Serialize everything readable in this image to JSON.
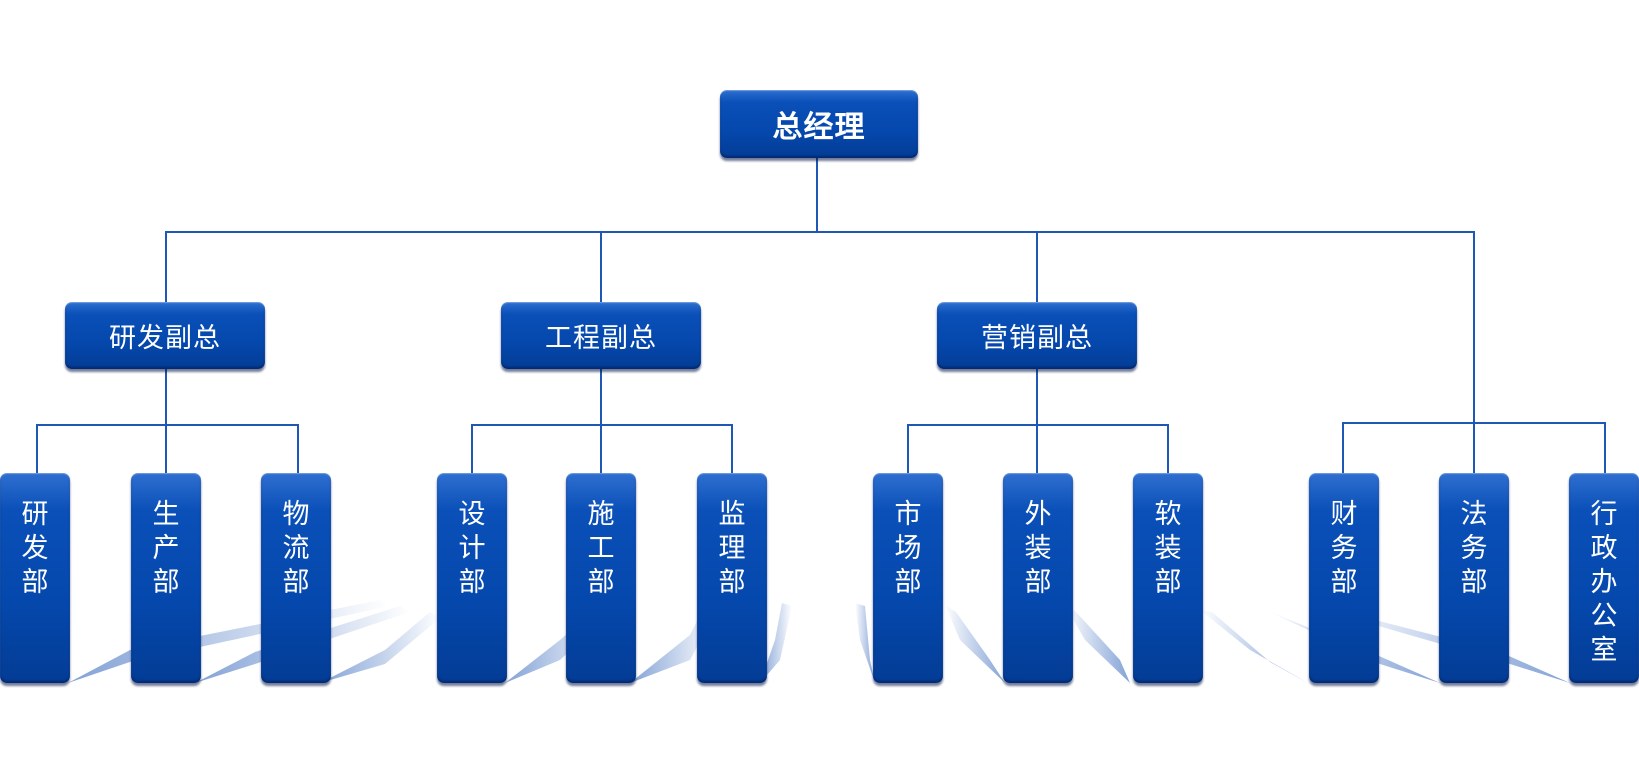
{
  "root": {
    "label": "总经理"
  },
  "vps": [
    {
      "label": "研发副总"
    },
    {
      "label": "工程副总"
    },
    {
      "label": "营销副总"
    }
  ],
  "departments": [
    {
      "label": "研发部"
    },
    {
      "label": "生产部"
    },
    {
      "label": "物流部"
    },
    {
      "label": "设计部"
    },
    {
      "label": "施工部"
    },
    {
      "label": "监理部"
    },
    {
      "label": "市场部"
    },
    {
      "label": "外装部"
    },
    {
      "label": "软装部"
    },
    {
      "label": "财务部"
    },
    {
      "label": "法务部"
    },
    {
      "label": "行政办公室"
    }
  ],
  "colors": {
    "box": "#0548ad",
    "line": "#1f57b6",
    "text": "#ffffff"
  }
}
